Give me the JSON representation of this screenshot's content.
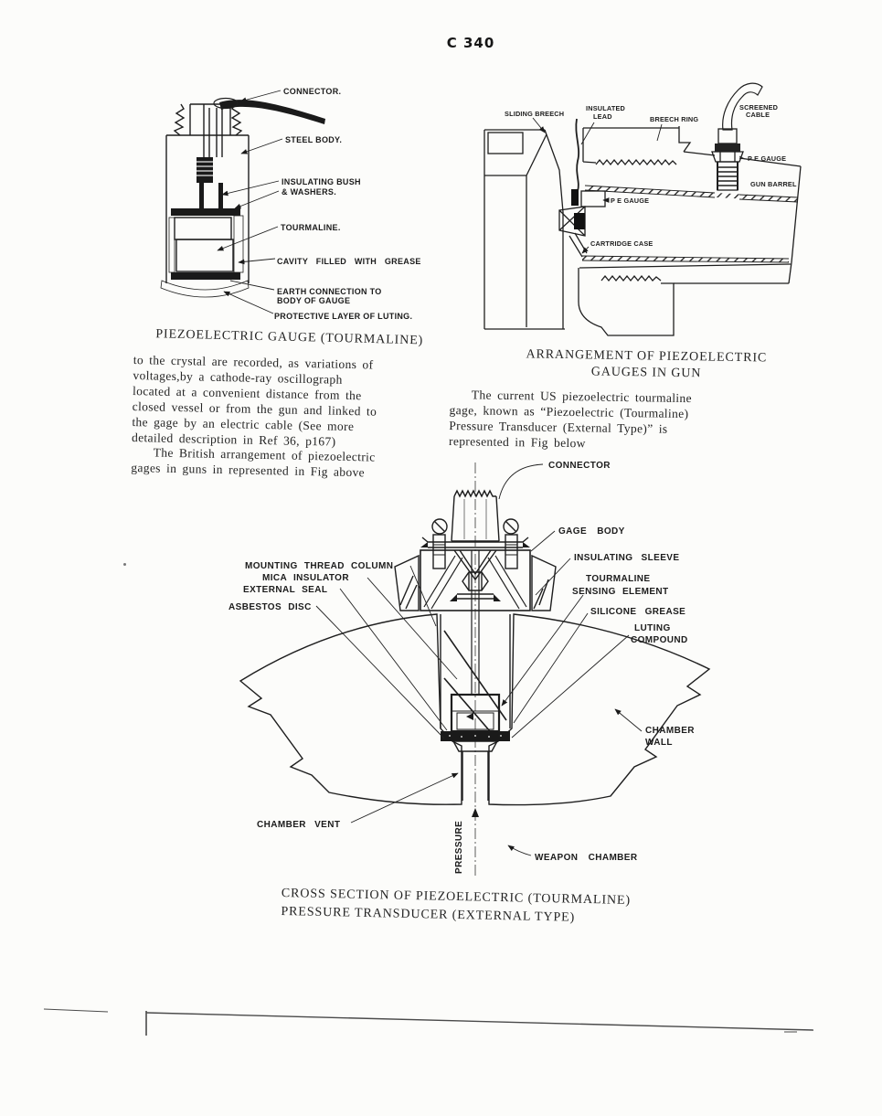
{
  "page": {
    "header": "C 340"
  },
  "diagram1": {
    "caption": "PIEZOELECTRIC GAUGE (TOURMALINE)",
    "labels": {
      "connector": "CONNECTOR.",
      "steel_body": "STEEL BODY.",
      "bush1": "INSULATING BUSH",
      "bush2": "& WASHERS.",
      "tourmaline": "TOURMALINE.",
      "cavity": "CAVITY FILLED WITH GREASE",
      "earth1": "EARTH CONNECTION TO",
      "earth2": "BODY OF GAUGE",
      "luting": "PROTECTIVE LAYER OF LUTING."
    }
  },
  "diagram2": {
    "caption1": "ARRANGEMENT OF PIEZOELECTRIC",
    "caption2": "GAUGES IN GUN",
    "labels": {
      "sliding_breech": "SLIDING BREECH",
      "insulated1": "INSULATED",
      "insulated2": "LEAD",
      "breech_ring": "BREECH RING",
      "screened1": "SCREENED",
      "screened2": "CABLE",
      "pe_gauge_top": "P E GAUGE",
      "gun_barrel": "GUN BARREL",
      "pe_gauge_mid": "P E GAUGE",
      "cartridge_case": "CARTRIDGE CASE"
    }
  },
  "text_left": {
    "lines": [
      "to the crystal are recorded, as variations of",
      "voltages,by a cathode-ray oscillograph",
      "located at a convenient distance from the",
      "closed vessel or from the gun and linked to",
      "the gage by an electric cable (See more",
      "detailed description in Ref 36, p167)",
      "The British arrangement of piezoelectric",
      "gages in guns in represented in Fig above"
    ]
  },
  "text_right": {
    "lines": [
      "The current US piezoelectric tourmaline",
      "gage, known as “Piezoelectric (Tourmaline)",
      "Pressure Transducer (External Type)” is",
      "represented in Fig below"
    ]
  },
  "diagram3": {
    "caption1": "CROSS SECTION OF PIEZOELECTRIC (TOURMALINE)",
    "caption2": "PRESSURE TRANSDUCER (EXTERNAL TYPE)",
    "labels": {
      "connector": "CONNECTOR",
      "gage_body": "GAGE BODY",
      "insulating_sleeve": "INSULATING SLEEVE",
      "tourmaline1": "TOURMALINE",
      "tourmaline2": "SENSING ELEMENT",
      "silicone": "SILICONE GREASE",
      "luting1": "LUTING",
      "luting2": "COMPOUND",
      "chamber_wall1": "CHAMBER",
      "chamber_wall2": "WALL",
      "mounting": "MOUNTING THREAD COLUMN",
      "mica": "MICA INSULATOR",
      "external_seal": "EXTERNAL SEAL",
      "asbestos": "ASBESTOS DISC",
      "chamber_vent": "CHAMBER VENT",
      "pressure": "PRESSURE",
      "weapon_chamber": "WEAPON CHAMBER"
    }
  }
}
